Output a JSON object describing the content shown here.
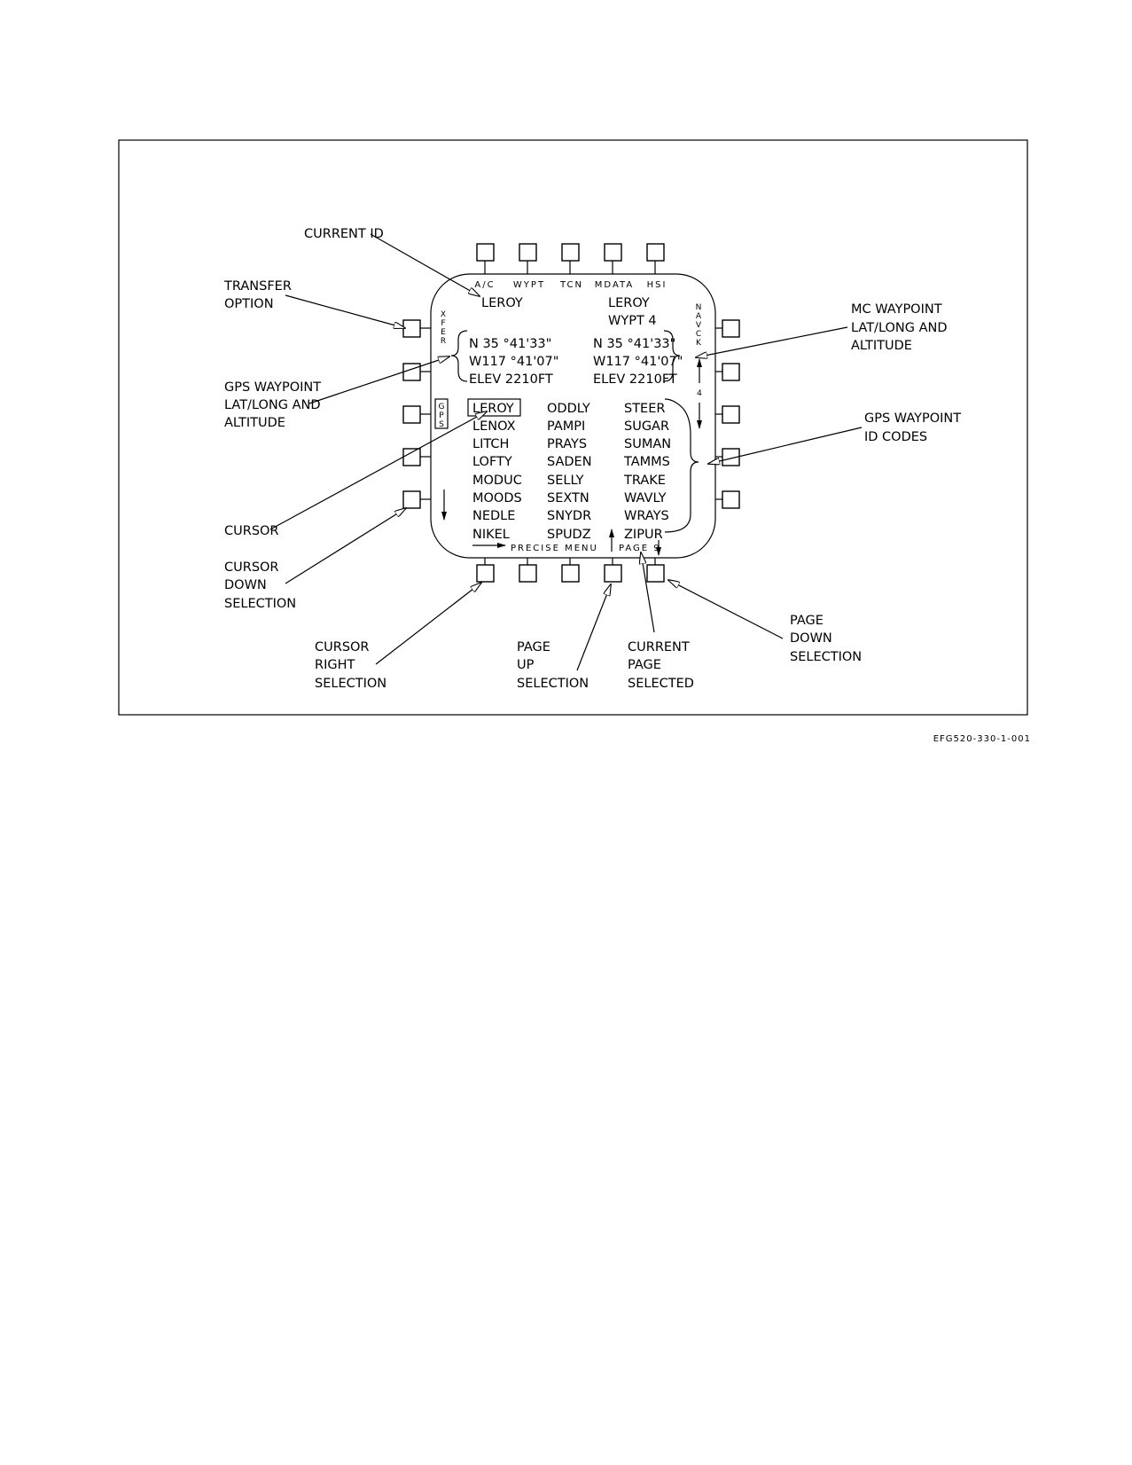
{
  "screen": {
    "top_labels": [
      "A/C",
      "WYPT",
      "TCN",
      "MDATA",
      "HSI"
    ],
    "left_vertical": "XFER",
    "right_vertical": "NAVCK",
    "gps_box": "GPS",
    "current_id": "LEROY",
    "mc_id": "LEROY",
    "mc_wypt": "WYPT 4",
    "gps_lat": "N 35 °41'33\"",
    "gps_long": "W117 °41'07\"",
    "gps_elev": "ELEV 2210FT",
    "mc_lat": "N 35 °41'33\"",
    "mc_long": "W117 °41'07\"",
    "mc_elev": "ELEV 2210FT",
    "waypoint_count": "4",
    "col1": [
      "LEROY",
      "LENOX",
      "LITCH",
      "LOFTY",
      "MODUC",
      "MOODS",
      "NEDLE",
      "NIKEL"
    ],
    "col2": [
      "ODDLY",
      "PAMPI",
      "PRAYS",
      "SADEN",
      "SELLY",
      "SEXTN",
      "SNYDR",
      "SPUDZ"
    ],
    "col3": [
      "STEER",
      "SUGAR",
      "SUMAN",
      "TAMMS",
      "TRAKE",
      "WAVLY",
      "WRAYS",
      "ZIPUR"
    ],
    "bottom_menu": "PRECISE  MENU",
    "page_label": "PAGE 9"
  },
  "callouts": {
    "current_id": "CURRENT ID",
    "transfer": [
      "TRANSFER",
      "OPTION"
    ],
    "gps_waypoint": [
      "GPS WAYPOINT",
      "LAT/LONG AND",
      "ALTITUDE"
    ],
    "cursor": "CURSOR",
    "cursor_down": [
      "CURSOR",
      "DOWN",
      "SELECTION"
    ],
    "cursor_right": [
      "CURSOR",
      "RIGHT",
      "SELECTION"
    ],
    "page_up": [
      "PAGE",
      "UP",
      "SELECTION"
    ],
    "current_page": [
      "CURRENT",
      "PAGE",
      "SELECTED"
    ],
    "page_down": [
      "PAGE",
      "DOWN",
      "SELECTION"
    ],
    "mc_waypoint": [
      "MC WAYPOINT",
      "LAT/LONG AND",
      "ALTITUDE"
    ],
    "gps_id_codes": [
      "GPS WAYPOINT",
      "ID CODES"
    ]
  },
  "figure_id": "EFG520-330-1-001"
}
